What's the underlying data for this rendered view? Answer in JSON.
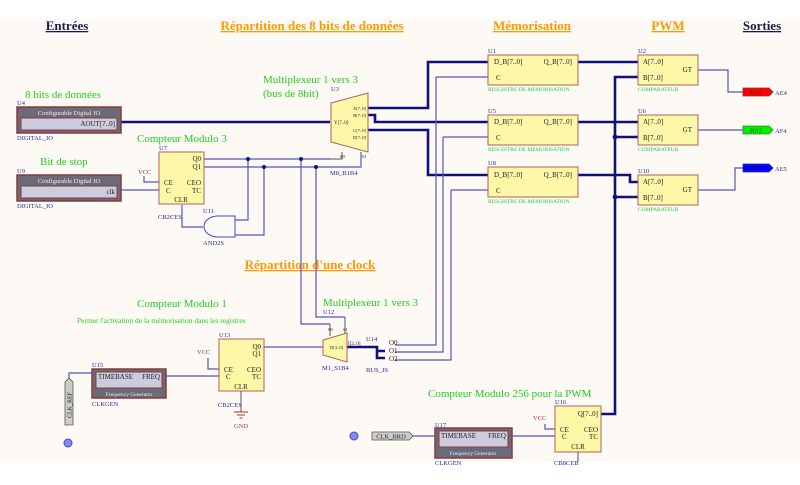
{
  "headers": {
    "inputs": "Entrées",
    "split": "Répartition des 8 bits de données",
    "memo": "Mémorisation",
    "pwm": "PWM",
    "outputs": "Sorties",
    "clock": "Répartition d'une clock"
  },
  "comments": {
    "data8": "8 bits de données",
    "stopbit": "Bit de stop",
    "mod3": "Compteur Modulo 3",
    "mux13a": "Multiplexeur 1 vers 3",
    "mux13b": "(bus de 8bit)",
    "mod1": "Compteur Modulo 1",
    "mod1desc": "Permet l'activation de la mémorisation dans les registres",
    "mux13c": "Multiplexeur 1 vers 3",
    "mod256": "Compteur Modulo 256 pour la PWM"
  },
  "u4": {
    "ref": "U4",
    "title": "Configurable Digital IO",
    "pin": "AOUT[7..0]",
    "type": "DIGITAL_IO"
  },
  "u9": {
    "ref": "U9",
    "title": "Configurable Digital IO",
    "pin": "clk",
    "type": "DIGITAL_IO"
  },
  "u3": {
    "ref": "U3",
    "y": "Y[7..0]",
    "a": "A[7..0]",
    "b": "B[7..0]",
    "c": "C[7..0]",
    "d": "D[7..0]",
    "s0": "S0",
    "s1": "S1",
    "type": "M8_B1B4"
  },
  "u7": {
    "ref": "U7",
    "q0": "Q0",
    "q1": "Q1",
    "ce": "CE",
    "c": "C",
    "ceo": "CEO",
    "tc": "TC",
    "clr": "CLR",
    "type": "CB2CES",
    "vcc": "VCC"
  },
  "u11": {
    "ref": "U11",
    "type": "AND2S"
  },
  "registers": [
    {
      "ref": "U1",
      "d": "D_B[7..0]",
      "q": "Q_B[7..0]",
      "c": "C",
      "type": "RESGISTRE DE MEMORISATION"
    },
    {
      "ref": "U5",
      "d": "D_B[7..0]",
      "q": "Q_B[7..0]",
      "c": "C",
      "type": "RESGISTRE DE MEMORISATION"
    },
    {
      "ref": "U8",
      "d": "D_B[7..0]",
      "q": "Q_B[7..0]",
      "c": "C",
      "type": "RESGISTRE DE MEMORISATION"
    }
  ],
  "comparators": [
    {
      "ref": "U2",
      "a": "A[7..0]",
      "b": "B[7..0]",
      "gt": "GT",
      "type": "COMPARATEUR"
    },
    {
      "ref": "U6",
      "a": "A[7..0]",
      "b": "B[7..0]",
      "gt": "GT",
      "type": "COMPARATEUR"
    },
    {
      "ref": "U10",
      "a": "A[7..0]",
      "b": "B[7..0]",
      "gt": "GT",
      "type": "COMPARATEUR"
    }
  ],
  "outputs": [
    {
      "net": "HA2",
      "pin": "AE4",
      "color": "#ff0000"
    },
    {
      "net": "HA3",
      "pin": "AF4",
      "color": "#00ee00"
    },
    {
      "net": "HA4",
      "pin": "AE5",
      "color": "#0000ff"
    }
  ],
  "u12": {
    "ref": "U12",
    "d": "D[3..0]",
    "s0": "S0",
    "s1": "S1",
    "type": "M1_S1B4"
  },
  "u14": {
    "ref": "U14",
    "in": "I[2..0]",
    "o0": "O0",
    "o1": "O1",
    "o2": "O2",
    "type": "BUS_JS"
  },
  "u13": {
    "ref": "U13",
    "q0": "Q0",
    "q1": "Q1",
    "ce": "CE",
    "c": "C",
    "ceo": "CEO",
    "tc": "TC",
    "clr": "CLR",
    "type": "CB2CES",
    "vcc": "VCC",
    "gnd": "GND"
  },
  "u15": {
    "ref": "U15",
    "tb": "TIMEBASE",
    "freq": "FREQ",
    "title": "Frequency Generator",
    "type": "CLKGEN"
  },
  "u17": {
    "ref": "U17",
    "tb": "TIMEBASE",
    "freq": "FREQ",
    "title": "Frequency Generator",
    "type": "CLKGEN"
  },
  "u16": {
    "ref": "U16",
    "q": "Q[7..0]",
    "ce": "CE",
    "c": "C",
    "ceo": "CEO",
    "tc": "TC",
    "clr": "CLR",
    "type": "CB8CEB",
    "vcc": "VCC"
  },
  "clocks": {
    "ref": "CLK_REF",
    "brd": "CLK_BRD"
  },
  "colors": {
    "header_orange": "#ff9900",
    "header_dark": "#1a1a50",
    "comment_green": "#22cc22",
    "bus": "#10107a",
    "wire": "#5555bb"
  }
}
